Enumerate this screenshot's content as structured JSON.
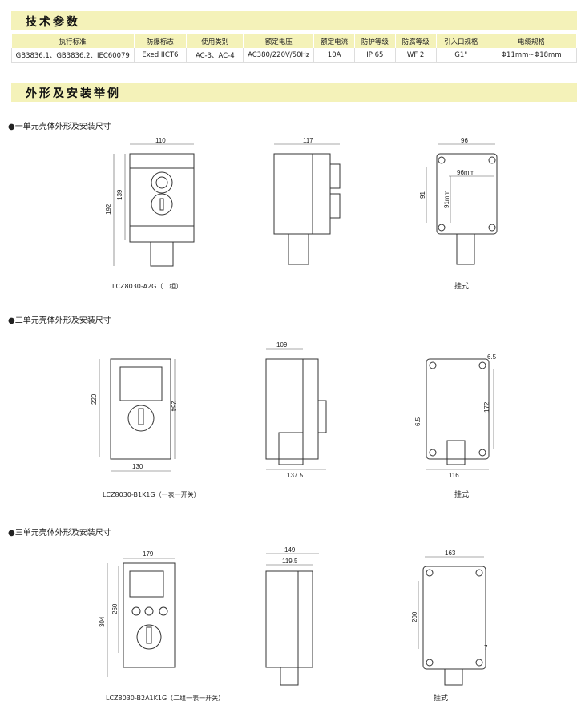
{
  "sections": {
    "tech": "技术参数",
    "install": "外形及安装举例"
  },
  "table": {
    "headers": [
      "执行标准",
      "防爆标志",
      "使用类别",
      "额定电压",
      "额定电流",
      "防护等级",
      "防腐等级",
      "引入口规格",
      "电缆规格"
    ],
    "row": [
      "GB3836.1、GB3836.2、IEC60079",
      "Exed IICT6",
      "AC-3、AC-4",
      "AC380/220V/50Hz",
      "10A",
      "IP 65",
      "WF 2",
      "G1\"",
      "Φ11mm~Φ18mm"
    ]
  },
  "groups": [
    {
      "title": "●一单元壳体外形及安装尺寸",
      "model": "LCZ8030-A2G（二组）",
      "mount": "挂式",
      "front": {
        "w": "110",
        "h1": "139",
        "h2": "192"
      },
      "side": {
        "w": "117"
      },
      "back": {
        "w": "96",
        "h": "91",
        "w2": "96mm",
        "h2": "91mm"
      }
    },
    {
      "title": "●二单元壳体外形及安装尺寸",
      "model": "LCZ8030-B1K1G（一表一开关）",
      "mount": "挂式",
      "front": {
        "w": "130",
        "h1": "220",
        "h2": "264"
      },
      "side": {
        "w": "109",
        "w2": "137.5"
      },
      "back": {
        "w": "116",
        "h": "172",
        "a": "6.5",
        "b": "6.5"
      }
    },
    {
      "title": "●三单元壳体外形及安装尺寸",
      "model": "LCZ8030-B2A1K1G（二组一表一开关）",
      "mount": "挂式",
      "front": {
        "w": "179",
        "h1": "260",
        "h2": "304"
      },
      "side": {
        "w": "149",
        "w2": "119.5"
      },
      "back": {
        "w": "163",
        "h": "200",
        "a": "7"
      }
    }
  ]
}
